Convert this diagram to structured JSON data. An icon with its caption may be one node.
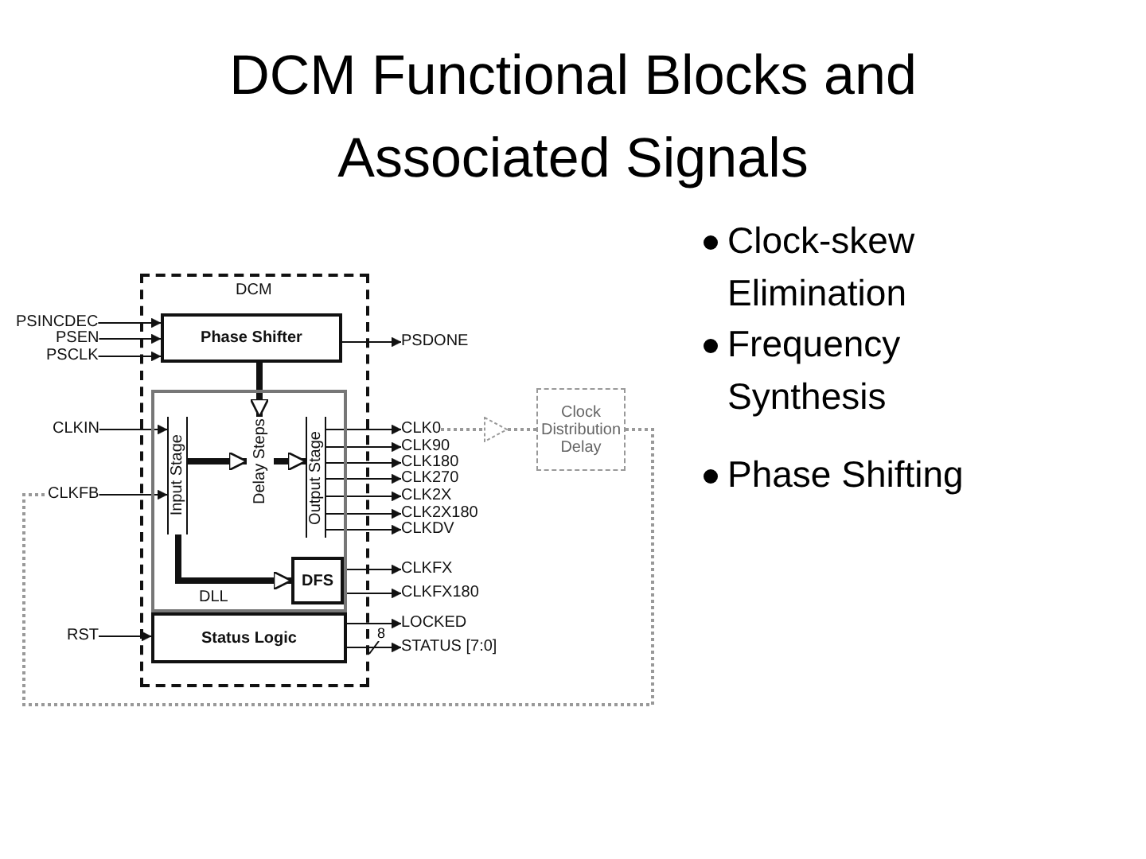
{
  "diagram": {
    "title": "DCM Functional Blocks and Associated Signals",
    "nodes": [
      {
        "text": [
          "DCM"
        ]
      },
      {
        "text": [
          "Phase Shifter"
        ],
        "in": 0
      },
      {
        "text": [
          "DLL"
        ],
        "in": 0
      },
      {
        "text": [
          "Input Stage"
        ],
        "in": 2
      },
      {
        "text": [
          "Delay Steps"
        ],
        "in": 2
      },
      {
        "text": [
          "Output Stage"
        ],
        "in": 2
      },
      {
        "text": [
          "DFS"
        ],
        "in": 2
      },
      {
        "text": [
          "Status Logic"
        ],
        "in": 0
      },
      {
        "text": [
          "PSINCDEC"
        ]
      },
      {
        "text": [
          "PSEN"
        ]
      },
      {
        "text": [
          "PSCLK"
        ]
      },
      {
        "text": [
          "CLKIN"
        ]
      },
      {
        "text": [
          "CLKFB"
        ]
      },
      {
        "text": [
          "RST"
        ]
      },
      {
        "text": [
          "PSDONE"
        ]
      },
      {
        "text": [
          "CLK0"
        ]
      },
      {
        "text": [
          "CLK90"
        ]
      },
      {
        "text": [
          "CLK180"
        ]
      },
      {
        "text": [
          "CLK270"
        ]
      },
      {
        "text": [
          "CLK2X"
        ]
      },
      {
        "text": [
          "CLK2X180"
        ]
      },
      {
        "text": [
          "CLKDV"
        ]
      },
      {
        "text": [
          "CLKFX"
        ]
      },
      {
        "text": [
          "CLKFX180"
        ]
      },
      {
        "text": [
          "LOCKED"
        ]
      },
      {
        "text": [
          "STATUS [7:0]"
        ]
      },
      {
        "text": [],
        "shape": "triangle"
      },
      {
        "text": [
          "Clock Distribution Delay"
        ]
      }
    ],
    "edges": [
      {
        "from": 8,
        "to": 1,
        "arrow": "to"
      },
      {
        "from": 9,
        "to": 1,
        "arrow": "to"
      },
      {
        "from": 10,
        "to": 1,
        "arrow": "to"
      },
      {
        "from": 1,
        "to": 4,
        "arrow": "to",
        "style": "thick"
      },
      {
        "from": 11,
        "to": 3,
        "arrow": "to"
      },
      {
        "from": 12,
        "to": 3,
        "arrow": "to"
      },
      {
        "from": 13,
        "to": 7,
        "arrow": "to"
      },
      {
        "from": 3,
        "to": 4,
        "arrow": "to",
        "style": "thick"
      },
      {
        "from": 4,
        "to": 5,
        "arrow": "to",
        "style": "thick"
      },
      {
        "from": 3,
        "to": 6,
        "arrow": "to",
        "style": "thick"
      },
      {
        "from": 1,
        "to": 14,
        "arrow": "to"
      },
      {
        "from": 5,
        "to": 15,
        "arrow": "to"
      },
      {
        "from": 5,
        "to": 16,
        "arrow": "to"
      },
      {
        "from": 5,
        "to": 17,
        "arrow": "to"
      },
      {
        "from": 5,
        "to": 18,
        "arrow": "to"
      },
      {
        "from": 5,
        "to": 19,
        "arrow": "to"
      },
      {
        "from": 5,
        "to": 20,
        "arrow": "to"
      },
      {
        "from": 5,
        "to": 21,
        "arrow": "to"
      },
      {
        "from": 6,
        "to": 22,
        "arrow": "to"
      },
      {
        "from": 6,
        "to": 23,
        "arrow": "to"
      },
      {
        "from": 7,
        "to": 24,
        "arrow": "to"
      },
      {
        "from": 7,
        "to": 25,
        "label": "8",
        "arrow": "to"
      },
      {
        "from": 15,
        "to": 26,
        "arrow": "none",
        "style": "dashed",
        "color": "#999999"
      },
      {
        "from": 26,
        "to": 27,
        "arrow": "none",
        "style": "dashed",
        "color": "#999999"
      },
      {
        "from": 27,
        "to": 12,
        "arrow": "none",
        "style": "dashed",
        "color": "#999999"
      }
    ],
    "labels": [
      "Clock-skew Elimination",
      "Frequency Synthesis",
      "Phase Shifting"
    ]
  }
}
